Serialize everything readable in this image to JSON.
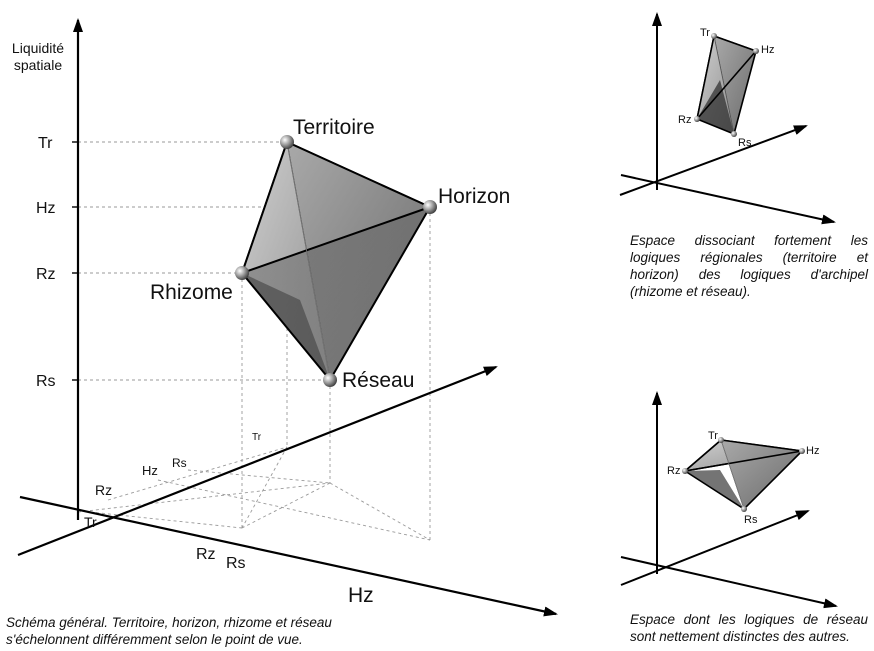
{
  "main": {
    "axis_title_line1": "Liquidité",
    "axis_title_line2": "spatiale",
    "y_ticks": [
      "Tr",
      "Hz",
      "Rz",
      "Rs"
    ],
    "node_labels": {
      "territoire": "Territoire",
      "horizon": "Horizon",
      "rhizome": "Rhizome",
      "reseau": "Réseau"
    },
    "axis_a_labels": [
      "Rz",
      "Hz",
      "Rs",
      "Tr"
    ],
    "axis_b_labels": [
      "Tr",
      "Rz",
      "Rs",
      "Hz"
    ],
    "caption": "Schéma général. Territoire, horizon, rhizome et réseau s'échelonnent différemment selon le point de vue."
  },
  "inset_top": {
    "labels": {
      "tr": "Tr",
      "hz": "Hz",
      "rz": "Rz",
      "rs": "Rs"
    },
    "caption": "Espace dissociant fortement les logiques régionales (territoire et horizon) des logiques d'archipel (rhizome et réseau)."
  },
  "inset_bottom": {
    "labels": {
      "tr": "Tr",
      "hz": "Hz",
      "rz": "Rz",
      "rs": "Rs"
    },
    "caption": "Espace dont les logiques de réseau sont nettement distinctes des autres."
  },
  "colors": {
    "axis": "#000000",
    "guide": "#9a9a9a",
    "face_light": "#bdbdbd",
    "face_mid": "#8a8a8a",
    "face_dark": "#3e3e3e",
    "node": "#9c9c9c"
  }
}
